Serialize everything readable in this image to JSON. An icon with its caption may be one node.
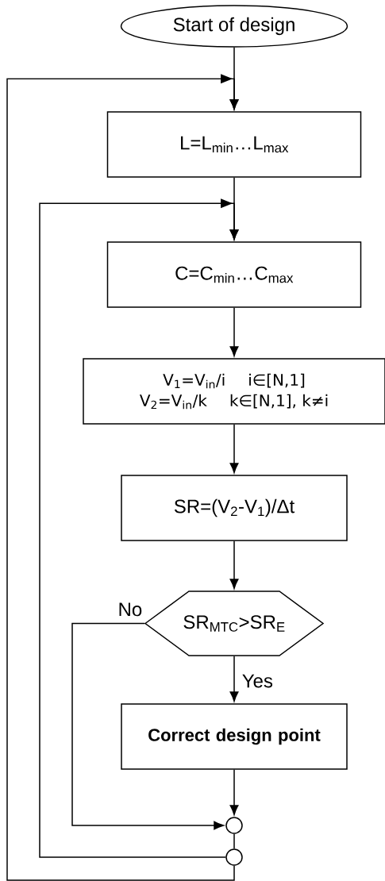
{
  "diagram": {
    "nodes": [
      {
        "text": [
          "Start of design"
        ]
      },
      {
        "text": [
          "L=L$_{min}$…L$_{max}$"
        ]
      },
      {
        "text": [
          "C=C$_{min}$…C$_{max}$"
        ]
      },
      {
        "text": [
          "V$_{1}$=V$_{in}$/i",
          "i∈[N,1]",
          "V$_{2}$=V$_{in}$/k",
          "k∈[N,1], k≠i"
        ]
      },
      {
        "text": [
          "SR=(V$_{2}$-V$_{1}$)/Δt"
        ]
      },
      {
        "text": [
          "SR$_{MTC}$>SR$_{E}$"
        ]
      },
      {
        "text": [
          "Correct design point"
        ]
      },
      {
        "text": [],
        "shape": "circle"
      },
      {
        "text": [],
        "shape": "circle"
      }
    ],
    "edges": [
      {
        "from": 0,
        "to": 1,
        "arrow": "to"
      },
      {
        "from": 1,
        "to": 2,
        "arrow": "to"
      },
      {
        "from": 2,
        "to": 3,
        "arrow": "to"
      },
      {
        "from": 3,
        "to": 4,
        "arrow": "to"
      },
      {
        "from": 4,
        "to": 5,
        "arrow": "to"
      },
      {
        "from": 5,
        "to": 6,
        "arrow": "to",
        "label": "Yes"
      },
      {
        "from": 5,
        "to": 7,
        "arrow": "to",
        "label": "No"
      },
      {
        "from": 6,
        "to": 7,
        "arrow": "to"
      },
      {
        "from": 7,
        "to": 8,
        "arrow": "none"
      },
      {
        "from": 8,
        "to": 2,
        "arrow": "to"
      },
      {
        "from": 8,
        "to": 1,
        "arrow": "to"
      }
    ]
  }
}
